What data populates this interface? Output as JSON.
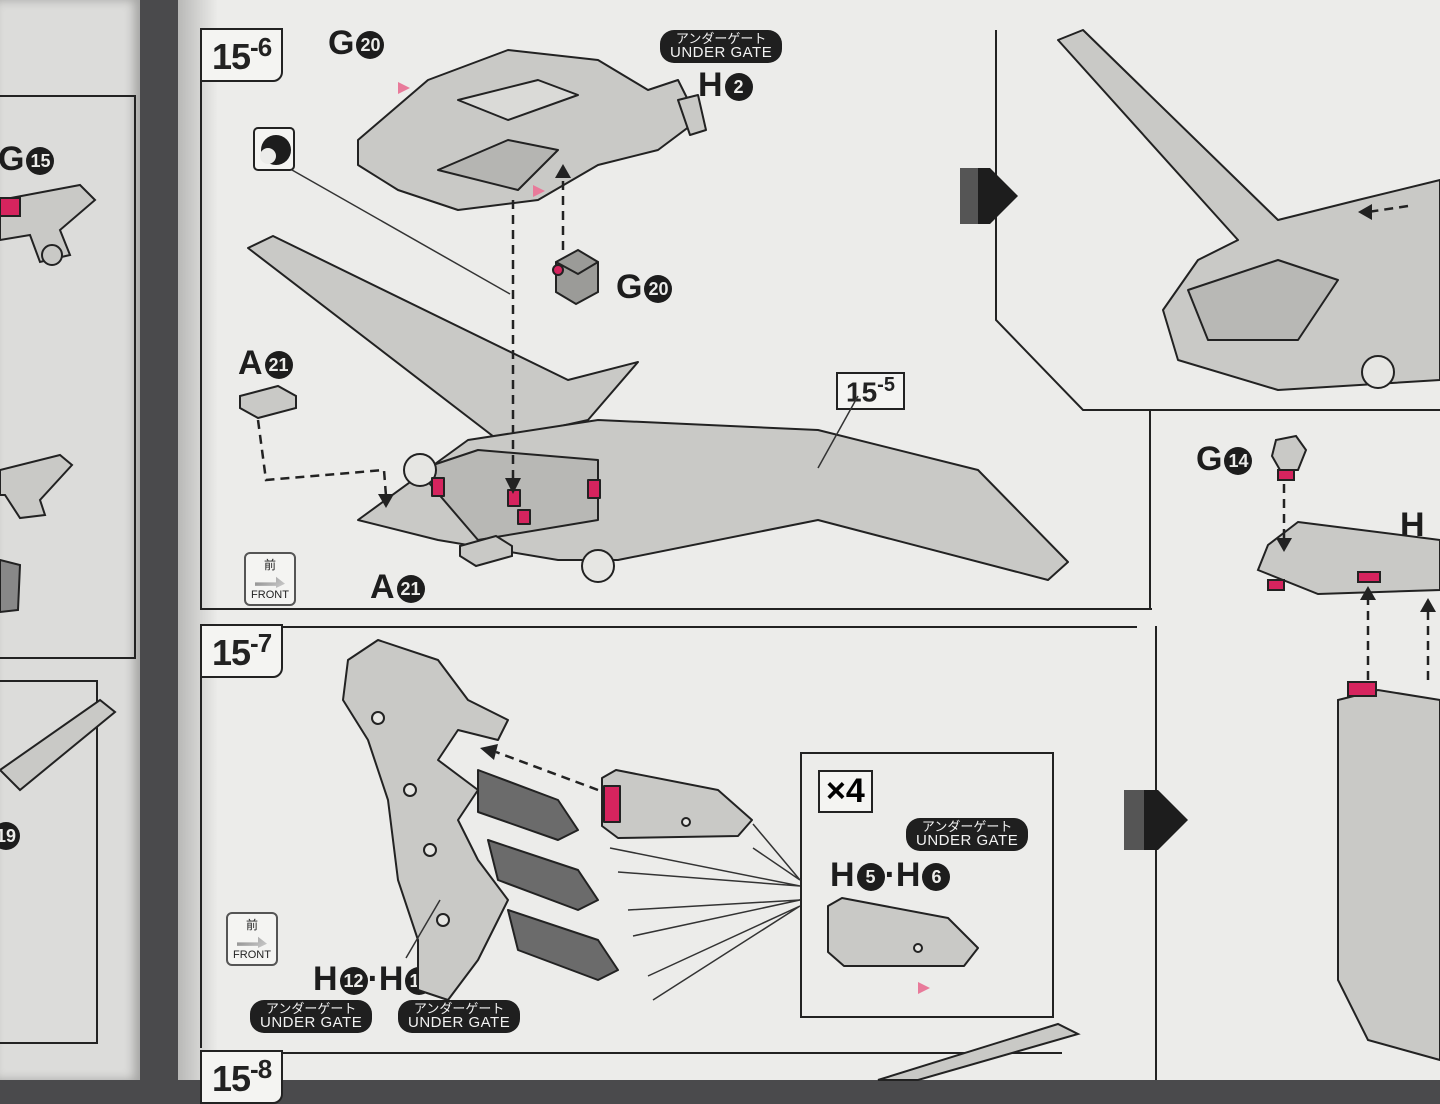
{
  "steps": {
    "s15_6": {
      "major": "15",
      "minor": "-6"
    },
    "s15_7": {
      "major": "15",
      "minor": "-7"
    },
    "s15_8": {
      "major": "15",
      "minor": "-8"
    },
    "ref_15_5": {
      "major": "15",
      "minor": "-5"
    }
  },
  "labels": {
    "g20_top": {
      "letter": "G",
      "num": "20"
    },
    "h2": {
      "letter": "H",
      "num": "2"
    },
    "g20_mid": {
      "letter": "G",
      "num": "20"
    },
    "a21_top": {
      "letter": "A",
      "num": "21"
    },
    "a21_bottom": {
      "letter": "A",
      "num": "21"
    },
    "g14": {
      "letter": "G",
      "num": "14"
    },
    "h_cut": {
      "letter": "H",
      "num": ""
    },
    "g15_left": {
      "letter": "G",
      "num": "15"
    },
    "n19_left": {
      "letter": "",
      "num": "19"
    },
    "h5_h6": {
      "a_letter": "H",
      "a_num": "5",
      "sep": "·",
      "b_letter": "H",
      "b_num": "6"
    },
    "h12_h13": {
      "a_letter": "H",
      "a_num": "12",
      "sep": "·",
      "b_letter": "H",
      "b_num": "13"
    }
  },
  "under_gate": {
    "jp": "アンダーゲート",
    "en": "UNDER GATE"
  },
  "front_icon": {
    "kanji": "前",
    "text": "FRONT"
  },
  "multiplier": "×4",
  "colors": {
    "paper": "#ececea",
    "ink": "#1d1d1d",
    "part_fill": "#c9c9c6",
    "part_dark": "#6b6b6b",
    "accent_magenta": "#d6245e"
  }
}
